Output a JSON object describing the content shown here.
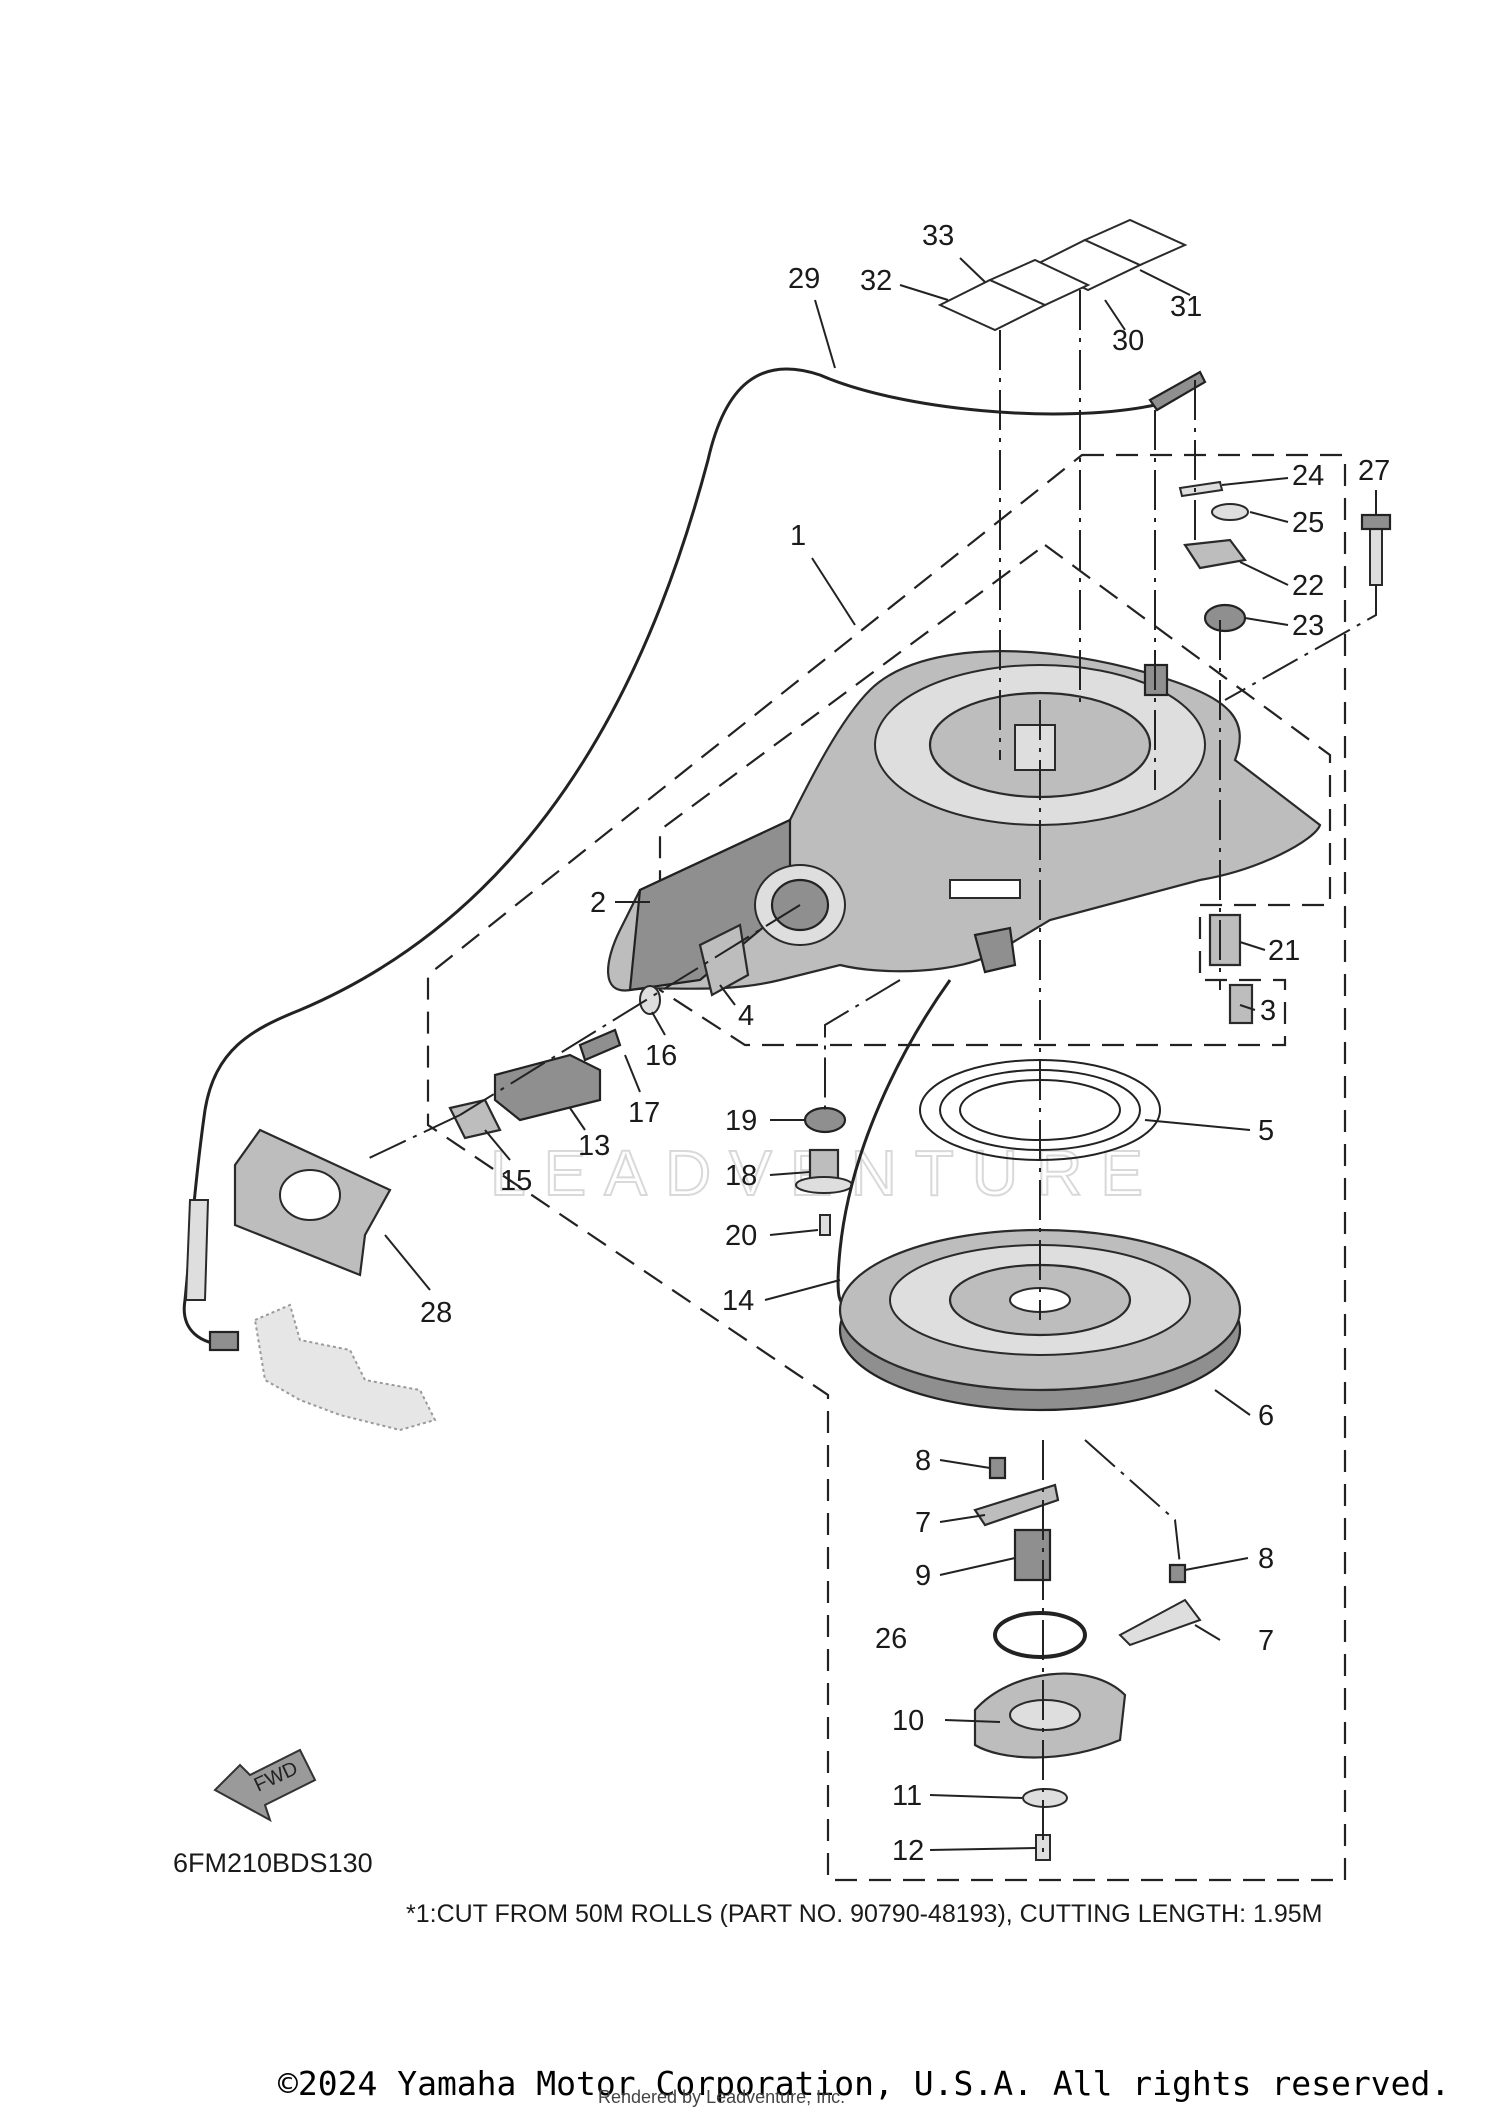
{
  "diagram_code": "6FM210BDS130",
  "footnote": "*1:CUT FROM 50M ROLLS (PART NO. 90790-48193), CUTTING LENGTH: 1.95M",
  "copyright": "©2024 Yamaha Motor Corporation, U.S.A. All rights reserved.",
  "rendered_by": "Rendered by Leadventure, Inc.",
  "watermark": "LEADVENTURE",
  "fwd_label": "FWD",
  "callouts": [
    {
      "id": "1",
      "label": "1"
    },
    {
      "id": "2",
      "label": "2"
    },
    {
      "id": "3",
      "label": "3"
    },
    {
      "id": "4",
      "label": "4"
    },
    {
      "id": "5",
      "label": "5"
    },
    {
      "id": "6",
      "label": "6"
    },
    {
      "id": "7a",
      "label": "7"
    },
    {
      "id": "7b",
      "label": "7"
    },
    {
      "id": "8a",
      "label": "8"
    },
    {
      "id": "8b",
      "label": "8"
    },
    {
      "id": "9",
      "label": "9"
    },
    {
      "id": "10",
      "label": "10"
    },
    {
      "id": "11",
      "label": "11"
    },
    {
      "id": "12",
      "label": "12"
    },
    {
      "id": "13",
      "label": "13"
    },
    {
      "id": "14",
      "label": "14"
    },
    {
      "id": "15",
      "label": "15"
    },
    {
      "id": "16",
      "label": "16"
    },
    {
      "id": "17",
      "label": "17"
    },
    {
      "id": "18",
      "label": "18"
    },
    {
      "id": "19",
      "label": "19"
    },
    {
      "id": "20",
      "label": "20"
    },
    {
      "id": "21",
      "label": "21"
    },
    {
      "id": "22",
      "label": "22"
    },
    {
      "id": "23",
      "label": "23"
    },
    {
      "id": "24",
      "label": "24"
    },
    {
      "id": "25",
      "label": "25"
    },
    {
      "id": "26",
      "label": "26"
    },
    {
      "id": "27",
      "label": "27"
    },
    {
      "id": "28",
      "label": "28"
    },
    {
      "id": "29",
      "label": "29"
    },
    {
      "id": "30",
      "label": "30"
    },
    {
      "id": "31",
      "label": "31"
    },
    {
      "id": "32",
      "label": "32"
    },
    {
      "id": "33",
      "label": "33"
    }
  ]
}
